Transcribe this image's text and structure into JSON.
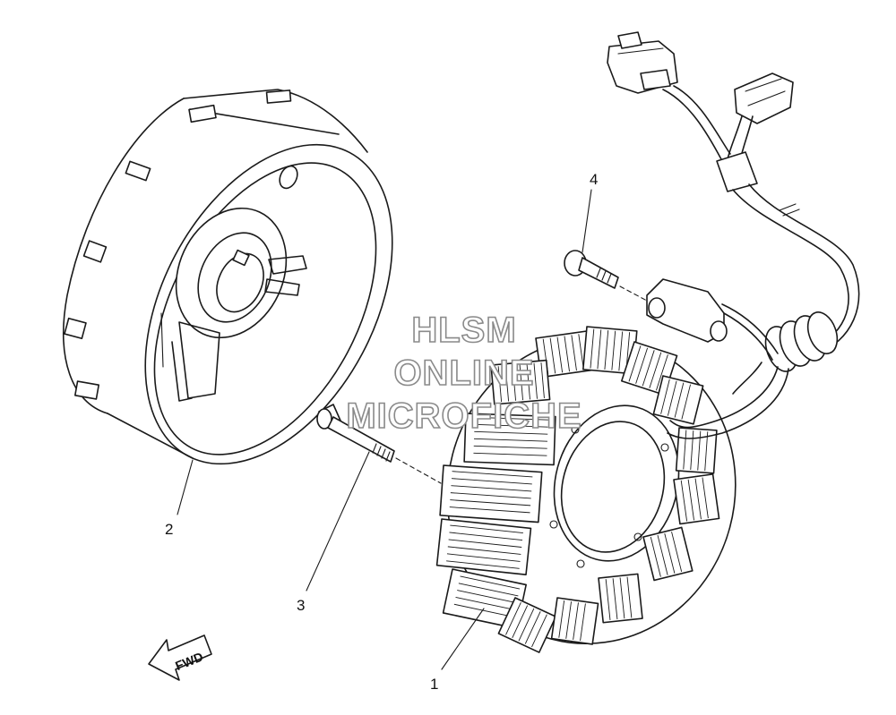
{
  "callouts": [
    {
      "id": "1",
      "label": "1"
    },
    {
      "id": "2",
      "label": "2"
    },
    {
      "id": "3",
      "label": "3"
    },
    {
      "id": "4",
      "label": "4"
    }
  ],
  "direction_arrow": {
    "label": "FWD"
  },
  "watermark": {
    "lines": [
      "HLSM",
      "ONLINE",
      "MICROFICHE"
    ]
  }
}
